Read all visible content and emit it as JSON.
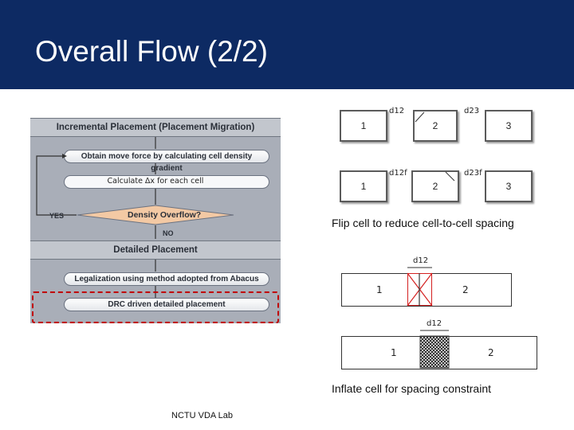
{
  "slide": {
    "title": "Overall Flow (2/2)",
    "footer": "NCTU VDA Lab"
  },
  "flowchart": {
    "band1": "Incremental Placement (Placement Migration)",
    "step1": "Obtain move force by calculating cell density gradient",
    "calc_note": "Calculate Δx for each cell",
    "decision": "Density Overflow?",
    "yes": "YES",
    "no": "NO",
    "band2": "Detailed Placement",
    "step2": "Legalization using method adopted from Abacus",
    "step3": "DRC driven detailed placement"
  },
  "flip_figure": {
    "cells": [
      "1",
      "2",
      "3"
    ],
    "spacing_top": [
      "d12",
      "d23"
    ],
    "spacing_bottom": [
      "d12f",
      "d23f"
    ],
    "caption": "Flip cell to reduce cell-to-cell spacing"
  },
  "inflate_figure": {
    "cells": [
      "1",
      "2"
    ],
    "spacing": "d12",
    "caption": "Inflate cell for spacing constraint"
  },
  "colors": {
    "header": "#0d2a63",
    "highlight": "#c00000",
    "decision": "#f3c9a4"
  }
}
